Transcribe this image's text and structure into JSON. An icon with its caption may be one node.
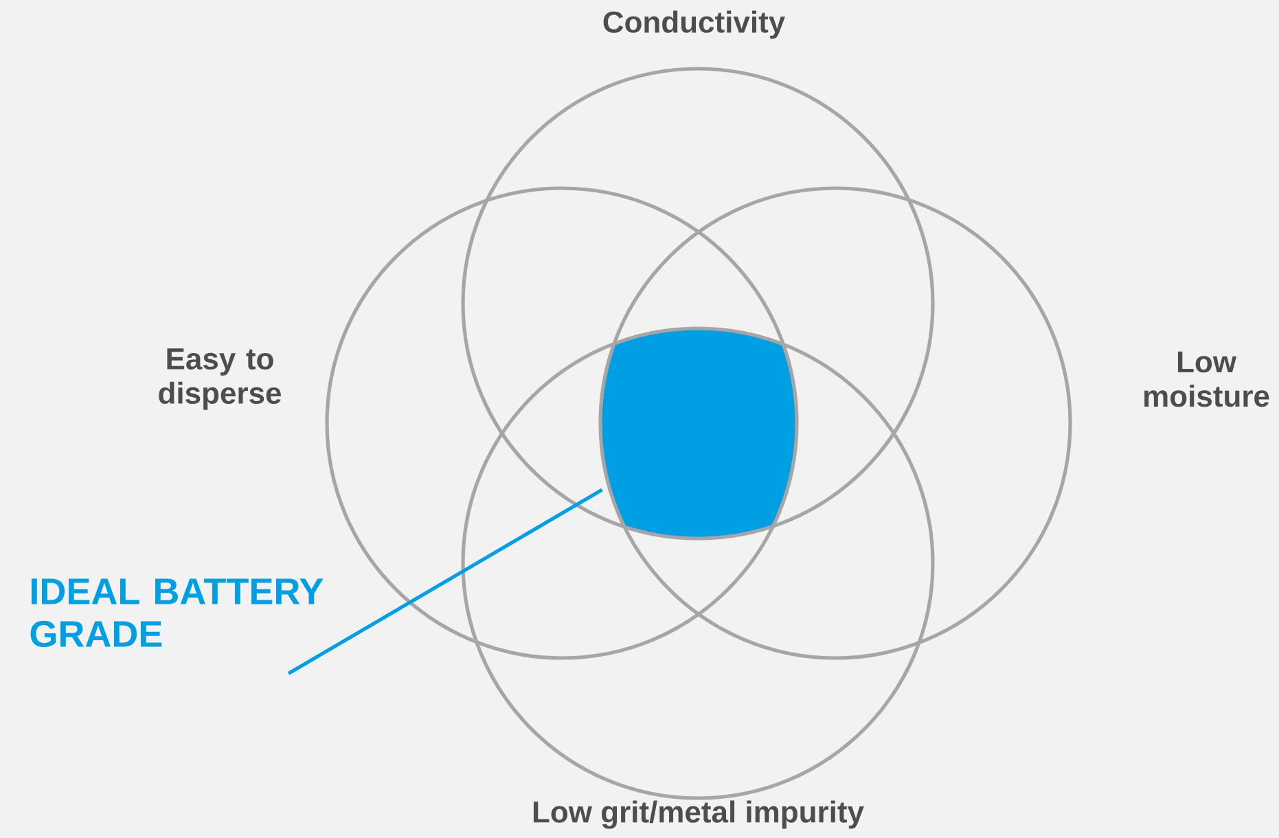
{
  "diagram": {
    "nodes": [
      {
        "text": [
          "Conductivity"
        ]
      },
      {
        "text": [
          "Easy to disperse"
        ]
      },
      {
        "text": [
          "Low moisture"
        ]
      },
      {
        "text": [
          "Low grit/metal impurity"
        ]
      },
      {
        "text": [],
        "shape": "box"
      },
      {
        "text": [
          "IDEAL BATTERY GRADE"
        ]
      }
    ],
    "edges": [
      {
        "from": 5,
        "to": 4,
        "arrow": "none",
        "color": "#009fe3"
      }
    ]
  }
}
